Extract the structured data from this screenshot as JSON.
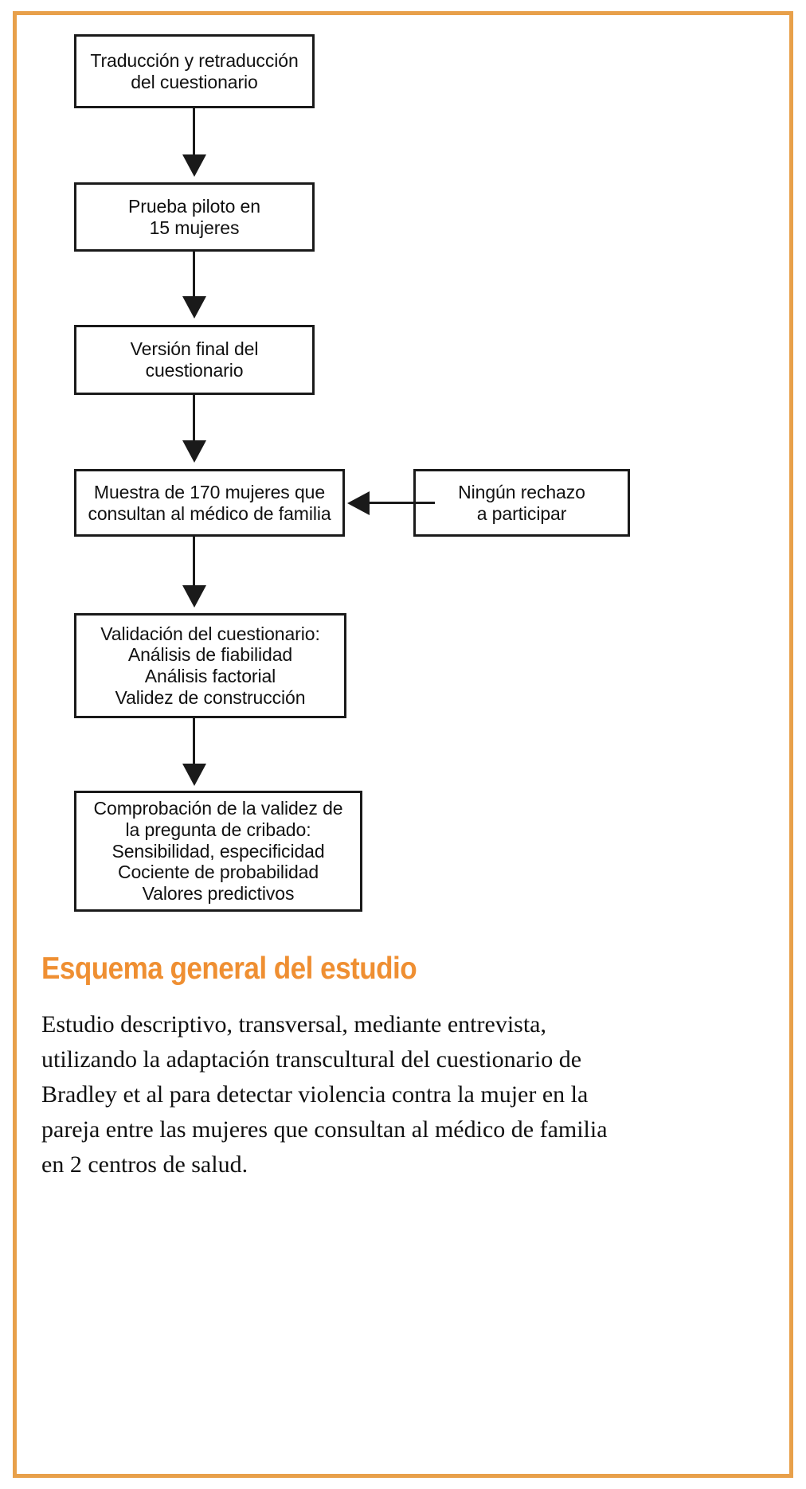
{
  "figure": {
    "border_color": "#e8a04a",
    "accent_color": "#ef8f32",
    "box_border_color": "#1a1a1a"
  },
  "flowchart": {
    "type": "flowchart",
    "orientation": "top-to-bottom",
    "nodes": [
      {
        "id": "traduccion",
        "text": "Traducción y retraducción\ndel cuestionario"
      },
      {
        "id": "piloto",
        "text": "Prueba piloto en\n15 mujeres"
      },
      {
        "id": "version",
        "text": "Versión final del\ncuestionario"
      },
      {
        "id": "muestra",
        "text": "Muestra de 170 mujeres que\nconsultan al médico de familia"
      },
      {
        "id": "rechazo",
        "text": "Ningún rechazo\na participar"
      },
      {
        "id": "validacion",
        "text": "Validación del cuestionario:\nAnálisis de fiabilidad\nAnálisis factorial\nValidez de construcción"
      },
      {
        "id": "comprobacion",
        "text": "Comprobación de la validez de\nla pregunta de cribado:\nSensibilidad, especificidad\nCociente de probabilidad\nValores predictivos"
      }
    ],
    "edges": [
      {
        "from": "traduccion",
        "to": "piloto",
        "direction": "down"
      },
      {
        "from": "piloto",
        "to": "version",
        "direction": "down"
      },
      {
        "from": "version",
        "to": "muestra",
        "direction": "down"
      },
      {
        "from": "muestra",
        "to": "validacion",
        "direction": "down"
      },
      {
        "from": "validacion",
        "to": "comprobacion",
        "direction": "down"
      },
      {
        "from": "rechazo",
        "to": "muestra",
        "direction": "left"
      }
    ]
  },
  "caption": {
    "title": "Esquema general del estudio",
    "body": "Estudio descriptivo, transversal, mediante entrevista, utilizando la adaptación transcultural del cuestionario de Bradley et al para detectar violencia contra la mujer en la pareja entre las mujeres que consultan al médico de familia en 2 centros de salud."
  }
}
